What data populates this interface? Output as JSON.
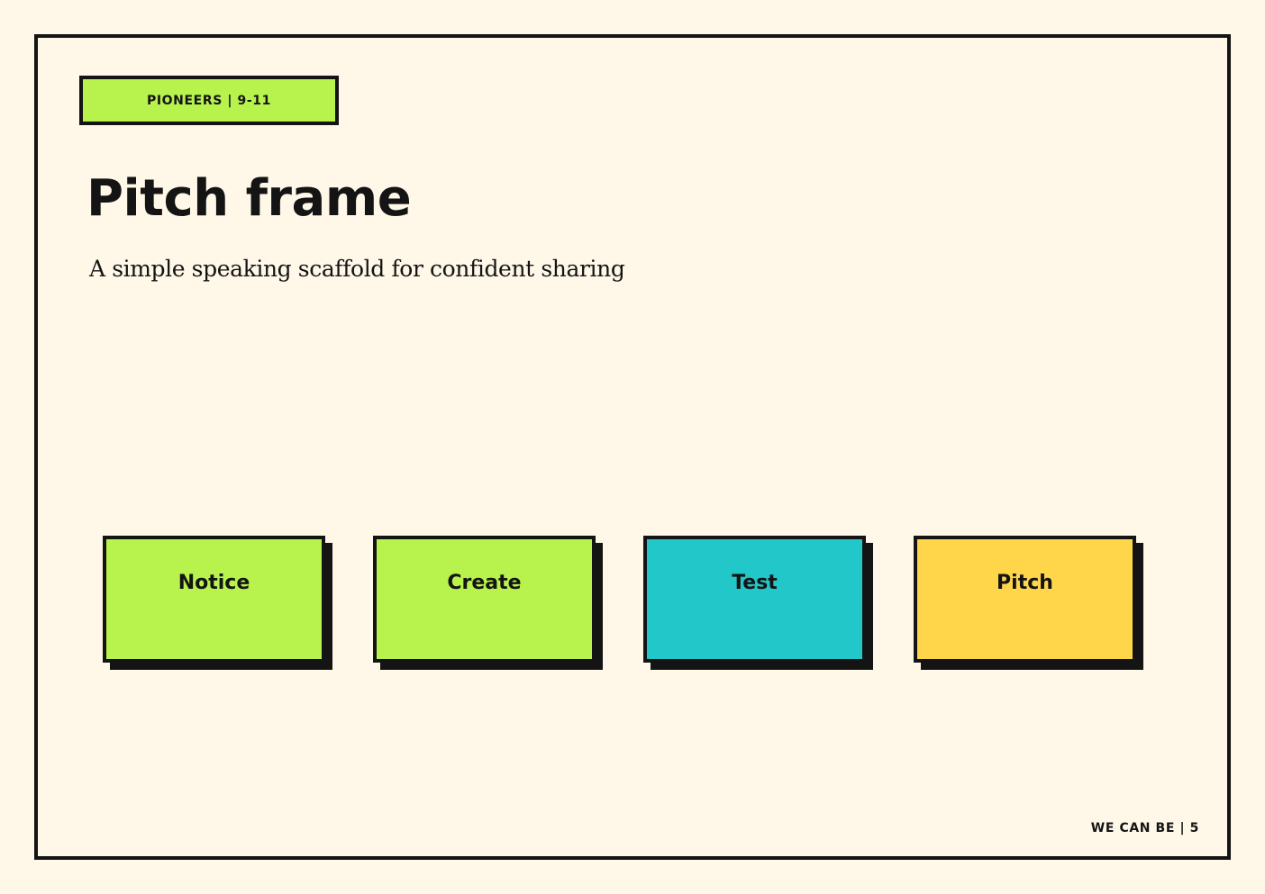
{
  "tag": {
    "label": "PIONEERS | 9-11"
  },
  "title": "Pitch frame",
  "subtitle": "A simple speaking scaffold for confident sharing",
  "cards": [
    {
      "label": "Notice",
      "color": "#b8f24d"
    },
    {
      "label": "Create",
      "color": "#b8f24d"
    },
    {
      "label": "Test",
      "color": "#22c7c9"
    },
    {
      "label": "Pitch",
      "color": "#ffd54a"
    }
  ],
  "footer": {
    "label": "WE CAN BE | 5"
  },
  "colors": {
    "background": "#fff7e8",
    "ink": "#141414",
    "tag_fill": "#b8f24d"
  }
}
